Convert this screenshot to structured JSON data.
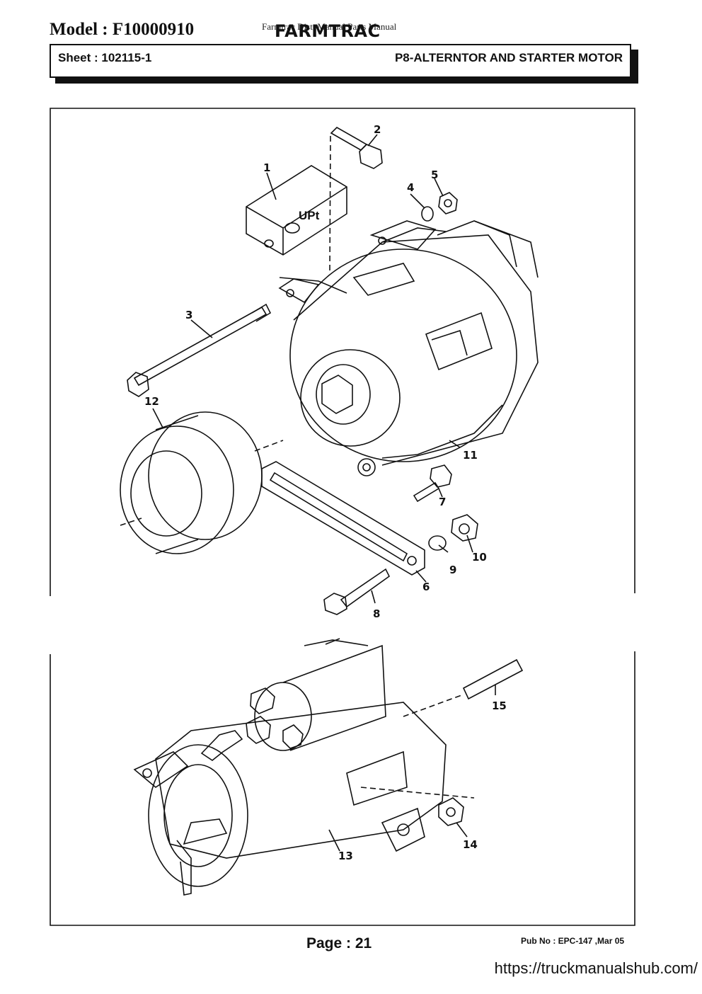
{
  "header": {
    "model": "Model : F10000910",
    "overlay_title": "Farmtrac Dist. Manual Parts Manual",
    "brand": "FARMTRAC",
    "sheet": "Sheet : 102115-1",
    "section_title": "P8-ALTERNTOR AND STARTER MOTOR"
  },
  "figure": {
    "part_labels": [
      "1",
      "2",
      "3",
      "4",
      "5",
      "6",
      "7",
      "8",
      "9",
      "10",
      "11",
      "12",
      "13",
      "14",
      "15"
    ],
    "logo_text": "UPt"
  },
  "footer": {
    "page": "Page : 21",
    "pub": "Pub No : EPC-147 ,Mar 05",
    "url": "https://truckmanualshub.com/"
  }
}
